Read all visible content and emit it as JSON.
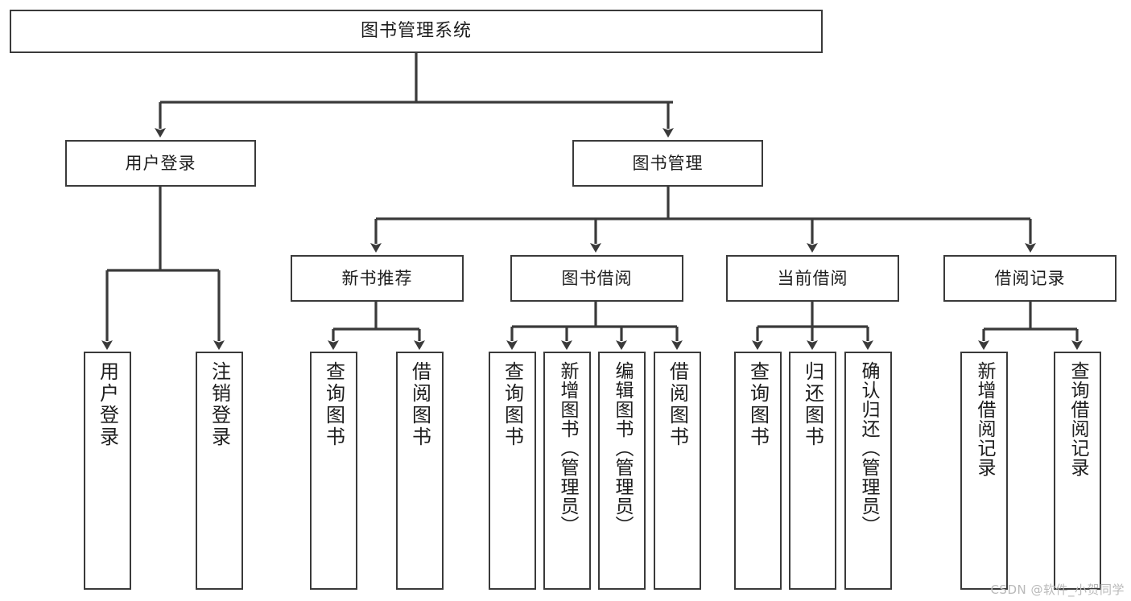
{
  "diagram": {
    "title": "图书管理系统",
    "type": "hierarchy-tree",
    "watermark": "CSDN @软件_小贺同学",
    "colors": {
      "background": "#ffffff",
      "box_border": "#3a3a3a",
      "connector": "#3a3a3a",
      "text": "#1d1d1d",
      "watermark": "#b9b9b9"
    },
    "nodes": {
      "root": {
        "label": "图书管理系统"
      },
      "level2": [
        {
          "id": "user-login",
          "label": "用户登录"
        },
        {
          "id": "book-manage",
          "label": "图书管理"
        }
      ],
      "level3": [
        {
          "id": "new-book-rec",
          "label": "新书推荐"
        },
        {
          "id": "book-borrow",
          "label": "图书借阅"
        },
        {
          "id": "current-borrow",
          "label": "当前借阅"
        },
        {
          "id": "borrow-record",
          "label": "借阅记录"
        }
      ],
      "leaves": [
        {
          "id": "leaf-user-login",
          "label": "用户登录",
          "parent": "user-login"
        },
        {
          "id": "leaf-logout",
          "label": "注销登录",
          "parent": "user-login"
        },
        {
          "id": "leaf-query-book-1",
          "label": "查询图书",
          "parent": "new-book-rec"
        },
        {
          "id": "leaf-borrow-book-1",
          "label": "借阅图书",
          "parent": "new-book-rec"
        },
        {
          "id": "leaf-query-book-2",
          "label": "查询图书",
          "parent": "book-borrow"
        },
        {
          "id": "leaf-add-book",
          "label": "新增图书（管理员）",
          "parent": "book-borrow"
        },
        {
          "id": "leaf-edit-book",
          "label": "编辑图书（管理员）",
          "parent": "book-borrow"
        },
        {
          "id": "leaf-borrow-book-2",
          "label": "借阅图书",
          "parent": "book-borrow"
        },
        {
          "id": "leaf-query-book-3",
          "label": "查询图书",
          "parent": "current-borrow"
        },
        {
          "id": "leaf-return-book",
          "label": "归还图书",
          "parent": "current-borrow"
        },
        {
          "id": "leaf-confirm-return",
          "label": "确认归还（管理员）",
          "parent": "current-borrow"
        },
        {
          "id": "leaf-add-record",
          "label": "新增借阅记录",
          "parent": "borrow-record"
        },
        {
          "id": "leaf-query-record",
          "label": "查询借阅记录",
          "parent": "borrow-record"
        }
      ]
    }
  }
}
